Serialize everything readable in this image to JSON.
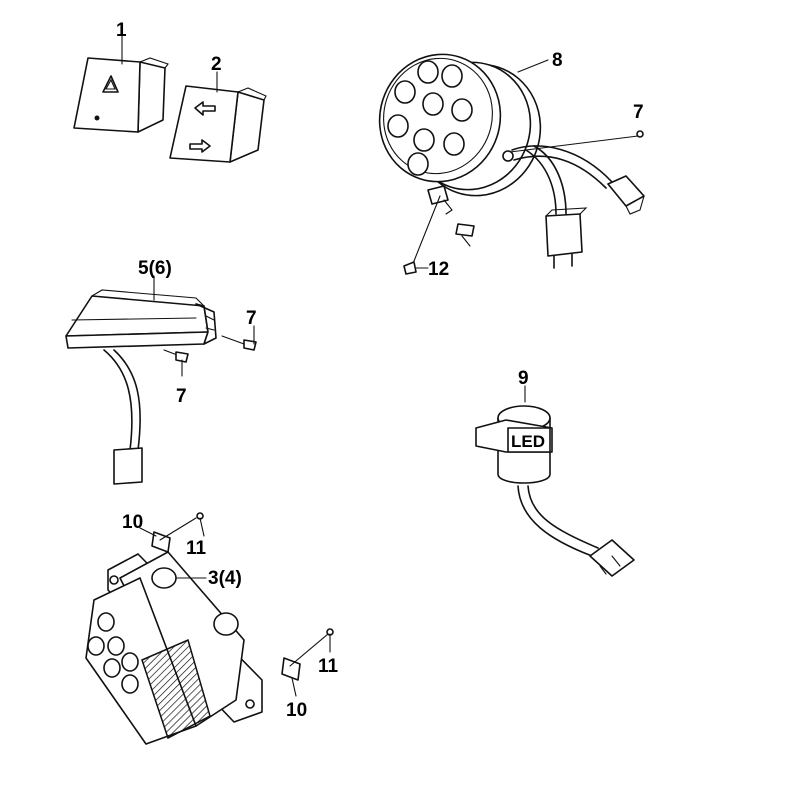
{
  "labels": {
    "p1": "1",
    "p2": "2",
    "p3": "3(4)",
    "p5": "5(6)",
    "p7a": "7",
    "p7b": "7",
    "p7c": "7",
    "p8": "8",
    "p9": "9",
    "p10a": "10",
    "p10b": "10",
    "p11a": "11",
    "p11b": "11",
    "p12": "12",
    "led": "LED"
  },
  "icons": [
    "hazard-triangle-icon",
    "arrow-left-icon",
    "arrow-right-icon",
    "led-cluster-icon"
  ],
  "colors": {
    "line": "#111111",
    "background": "#ffffff"
  }
}
